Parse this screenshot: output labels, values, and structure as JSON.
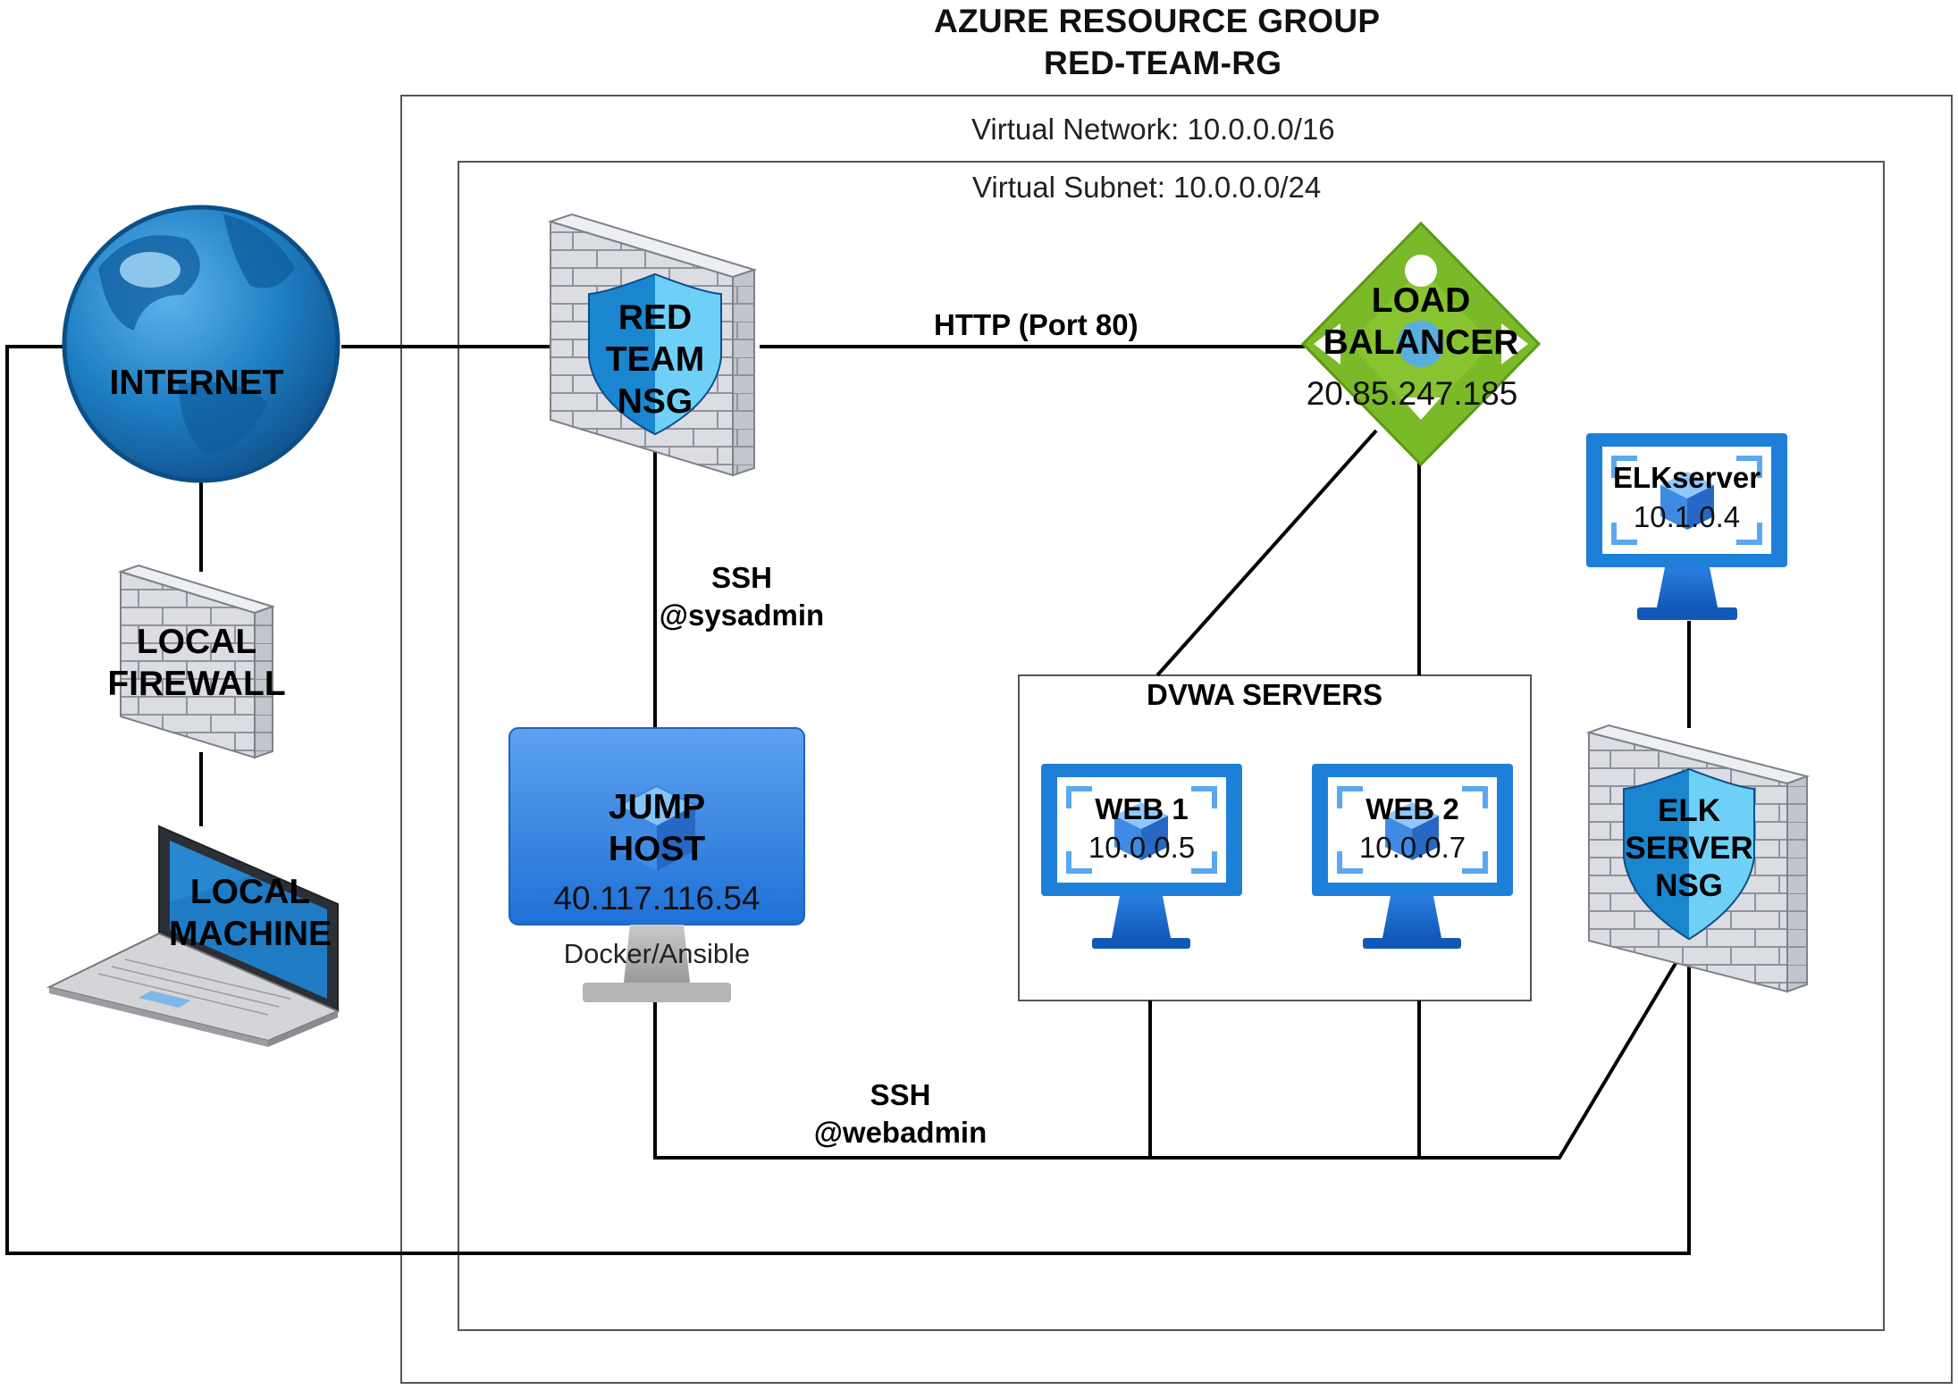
{
  "header": {
    "title_line1": "AZURE RESOURCE GROUP",
    "title_line2": "RED-TEAM-RG"
  },
  "areas": {
    "vnet": "Virtual Network: 10.0.0.0/16",
    "subnet": "Virtual Subnet: 10.0.0.0/24",
    "dvwa": "DVWA SERVERS"
  },
  "nodes": {
    "internet": {
      "label": "INTERNET"
    },
    "local_firewall": {
      "line1": "LOCAL",
      "line2": "FIREWALL"
    },
    "local_machine": {
      "line1": "LOCAL",
      "line2": "MACHINE"
    },
    "red_team_nsg": {
      "line1": "RED",
      "line2": "TEAM",
      "line3": "NSG"
    },
    "load_balancer": {
      "line1": "LOAD",
      "line2": "BALANCER",
      "ip": "20.85.247.185"
    },
    "jump_host": {
      "line1": "JUMP",
      "line2": "HOST",
      "ip": "40.117.116.54",
      "caption": "Docker/Ansible"
    },
    "web1": {
      "label": "WEB 1",
      "ip": "10.0.0.5"
    },
    "web2": {
      "label": "WEB 2",
      "ip": "10.0.0.7"
    },
    "elk_server": {
      "label": "ELKserver",
      "ip": "10.1.0.4"
    },
    "elk_nsg": {
      "line1": "ELK",
      "line2": "SERVER",
      "line3": "NSG"
    }
  },
  "edges": {
    "http": "HTTP (Port 80)",
    "ssh_sysadmin_l1": "SSH",
    "ssh_sysadmin_l2": "@sysadmin",
    "ssh_webadmin_l1": "SSH",
    "ssh_webadmin_l2": "@webadmin"
  },
  "colors": {
    "line": "#000000",
    "globe": "#1a76bf",
    "azure_blue": "#1e7fd8",
    "lb_green": "#7ab928",
    "shield": "#1c8fd6",
    "wall": "#dcdde2"
  }
}
